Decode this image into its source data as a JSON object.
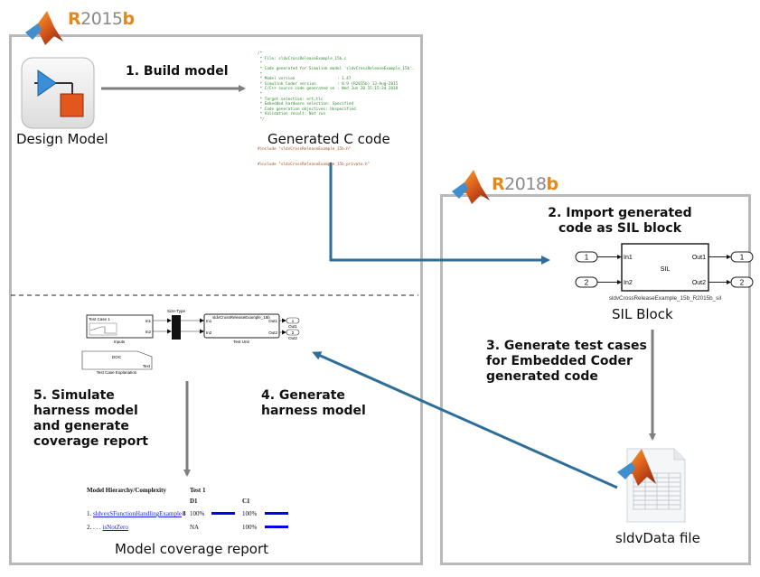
{
  "releases": {
    "left": {
      "prefix": "R",
      "year": "2015",
      "suffix": "b"
    },
    "right": {
      "prefix": "R",
      "year": "2018",
      "suffix": "b"
    }
  },
  "design_model": {
    "label": "Design Model",
    "icon": "simulink-model-icon"
  },
  "step1": "1. Build model",
  "generated_code": {
    "label": "Generated C code",
    "lines": [
      "/*",
      " * File: sldvCrossReleaseExample_15b.c",
      " *",
      " * Code generated for Simulink model 'sldvCrossReleaseExample_15b'.",
      " *",
      " * Model version                  : 1.47",
      " * Simulink Coder version         : 8.9 (R2015b) 13-Aug-2015",
      " * C/C++ source code generated on : Wed Jun 20 15:15:34 2018",
      " *",
      " * Target selection: ert.tlc",
      " * Embedded hardware selection: Specified",
      " * Code generation objectives: Unspecified",
      " * Validation result: Not run",
      " */"
    ],
    "includes": [
      "#include \"sldvCrossReleaseExample_15b.h\"",
      "#include \"sldvCrossReleaseExample_15b_private.h\""
    ]
  },
  "step2": {
    "line1": "2. Import generated",
    "line2": "code as SIL block"
  },
  "sil_block": {
    "in1": "In1",
    "in2": "In2",
    "out1": "Out1",
    "out2": "Out2",
    "center": "SIL",
    "port_in1": "1",
    "port_in2": "2",
    "port_out1": "1",
    "port_out2": "2",
    "caption": "sldvCrossReleaseExample_15b_R2015b_sil",
    "label": "SIL Block"
  },
  "step3": {
    "line1": "3. Generate test cases",
    "line2": "for Embedded Coder",
    "line3": "generated code"
  },
  "sldv_file": {
    "label": "sldvData file",
    "icon": "matlab-data-file-icon"
  },
  "step4": {
    "line1": "4. Generate",
    "line2": "harness model"
  },
  "step5": {
    "line1": "5. Simulate",
    "line2": "harness model",
    "line3": "and generate",
    "line4": "coverage report"
  },
  "harness": {
    "inputs_title": "Test Case 1",
    "inputs_in1": "In1",
    "inputs_in2": "In2",
    "inputs_label": "Inputs",
    "size_type": "Size-Type",
    "unit_title": "sldvCrossReleaseExample_15b",
    "unit_in1": "In1",
    "unit_in2": "In2",
    "unit_out1": "Out1",
    "unit_out2": "Out2",
    "unit_label": "Test Unit",
    "out1_num": "1",
    "out2_num": "2",
    "out1_label": "Out1",
    "out2_label": "Out2",
    "doc_title": "DOC",
    "doc_text": "Text",
    "doc_label": "Test Case Explanation"
  },
  "coverage": {
    "header_hierarchy": "Model Hierarchy/Complexity",
    "header_test": "Test 1",
    "col_d1": "D1",
    "col_c1": "C1",
    "rows": [
      {
        "prefix": "1. ",
        "name": "sldvexSFunctionHandlingExample",
        "complexity": "8",
        "d1": "100%",
        "c1": "100%",
        "d1_fill": 1.0,
        "c1_fill": 1.0
      },
      {
        "prefix": "2. . . . ",
        "name": "isNotZero",
        "complexity": "",
        "d1": "NA",
        "c1": "100%",
        "c1_fill": 1.0
      }
    ],
    "label": "Model coverage report",
    "bar_color": "#0000ee"
  },
  "colors": {
    "gray_arrow": "#7f7f7f",
    "blue_arrow": "#2e6e99",
    "frame": "#b9b9b9",
    "accent": "#e08a1e"
  }
}
